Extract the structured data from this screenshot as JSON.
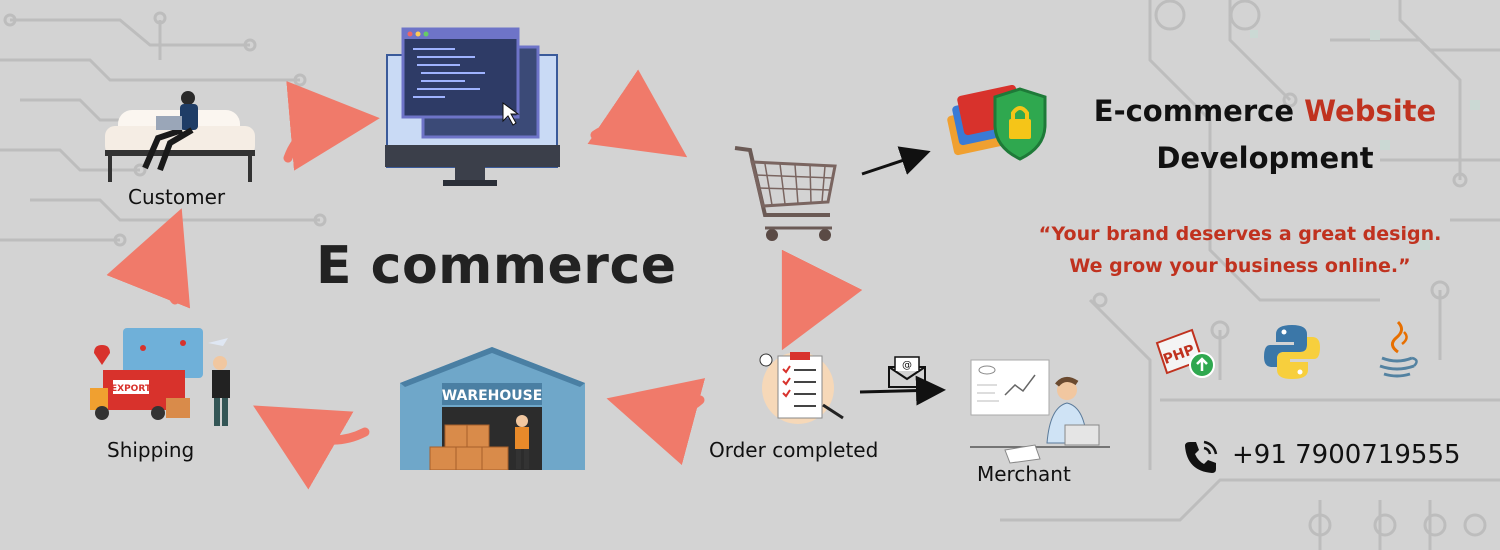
{
  "diagram": {
    "center_title": "E commerce",
    "nodes": {
      "customer": "Customer",
      "shipping": "Shipping",
      "order_completed": "Order completed",
      "merchant": "Merchant"
    },
    "warehouse_sign": "WAREHOUSE",
    "export_sign": "EXPORT",
    "php_badge": "PHP"
  },
  "promo": {
    "headline_part1": "E-commerce ",
    "headline_accent": "Website",
    "headline_part2": "Development",
    "tagline_line1": "“Your brand deserves a great design.",
    "tagline_line2": "We grow your business online.”",
    "phone": "+91 7900719555"
  },
  "icons": [
    "customer-illustration",
    "monitor-icon",
    "shopping-cart-icon",
    "credit-card-shield-icon",
    "order-checklist-icon",
    "email-icon",
    "merchant-illustration",
    "warehouse-illustration",
    "shipping-truck-illustration",
    "php-icon",
    "python-icon",
    "java-icon",
    "phone-icon"
  ],
  "colors": {
    "background": "#d3d3d3",
    "flow_arrow": "#f07a6a",
    "accent_red": "#c0321f",
    "text_dark": "#222222"
  }
}
